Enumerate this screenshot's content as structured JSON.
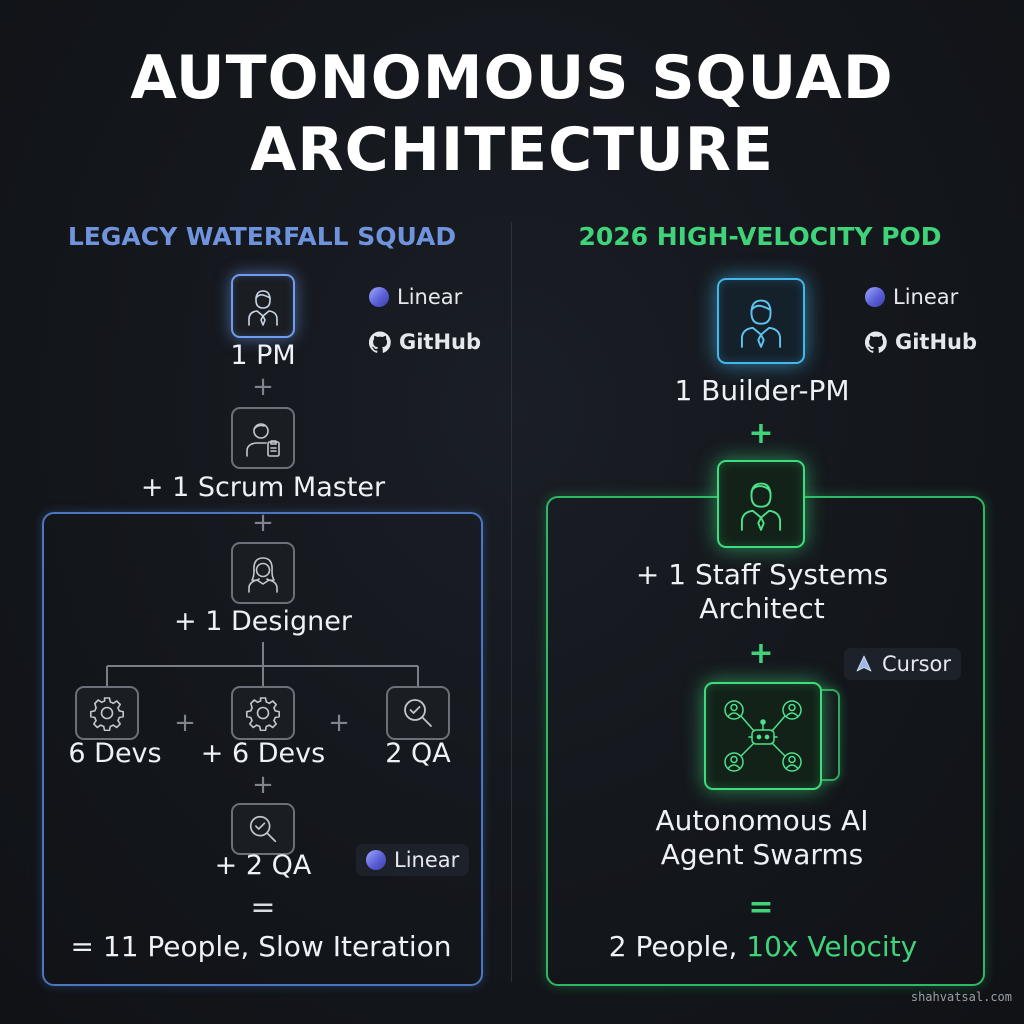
{
  "title": {
    "line1": "AUTONOMOUS SQUAD",
    "line2": "ARCHITECTURE"
  },
  "left": {
    "heading": "LEGACY WATERFALL SQUAD",
    "pm_label": "1 PM",
    "scrum_label": "+ 1 Scrum Master",
    "designer_label": "+ 1 Designer",
    "devs_a_label": "6 Devs",
    "devs_b_label": "+ 6 Devs",
    "qa_a_label": "2 QA",
    "qa_b_label": "+ 2 QA",
    "plus": "+",
    "equals": "=",
    "result": "= 11 People, Slow Iteration",
    "badges": {
      "linear": "Linear",
      "github": "GitHub",
      "linear_bottom": "Linear"
    }
  },
  "right": {
    "heading": "2026 HIGH-VELOCITY POD",
    "builder_label": "1 Builder-PM",
    "architect_line1": "+ 1 Staff Systems",
    "architect_line2": "Architect",
    "ai_line1": "Autonomous AI",
    "ai_line2": "Agent Swarms",
    "plus": "+",
    "equals": "=",
    "result_prefix": "2 People, ",
    "result_accent": "10x Velocity",
    "badges": {
      "linear": "Linear",
      "github": "GitHub",
      "cursor": "Cursor"
    }
  },
  "watermark": "shahvatsal.com",
  "colors": {
    "legacy_accent": "#4c76c2",
    "pod_accent": "#3ddc7c",
    "builder_glow": "#43b7ec"
  }
}
